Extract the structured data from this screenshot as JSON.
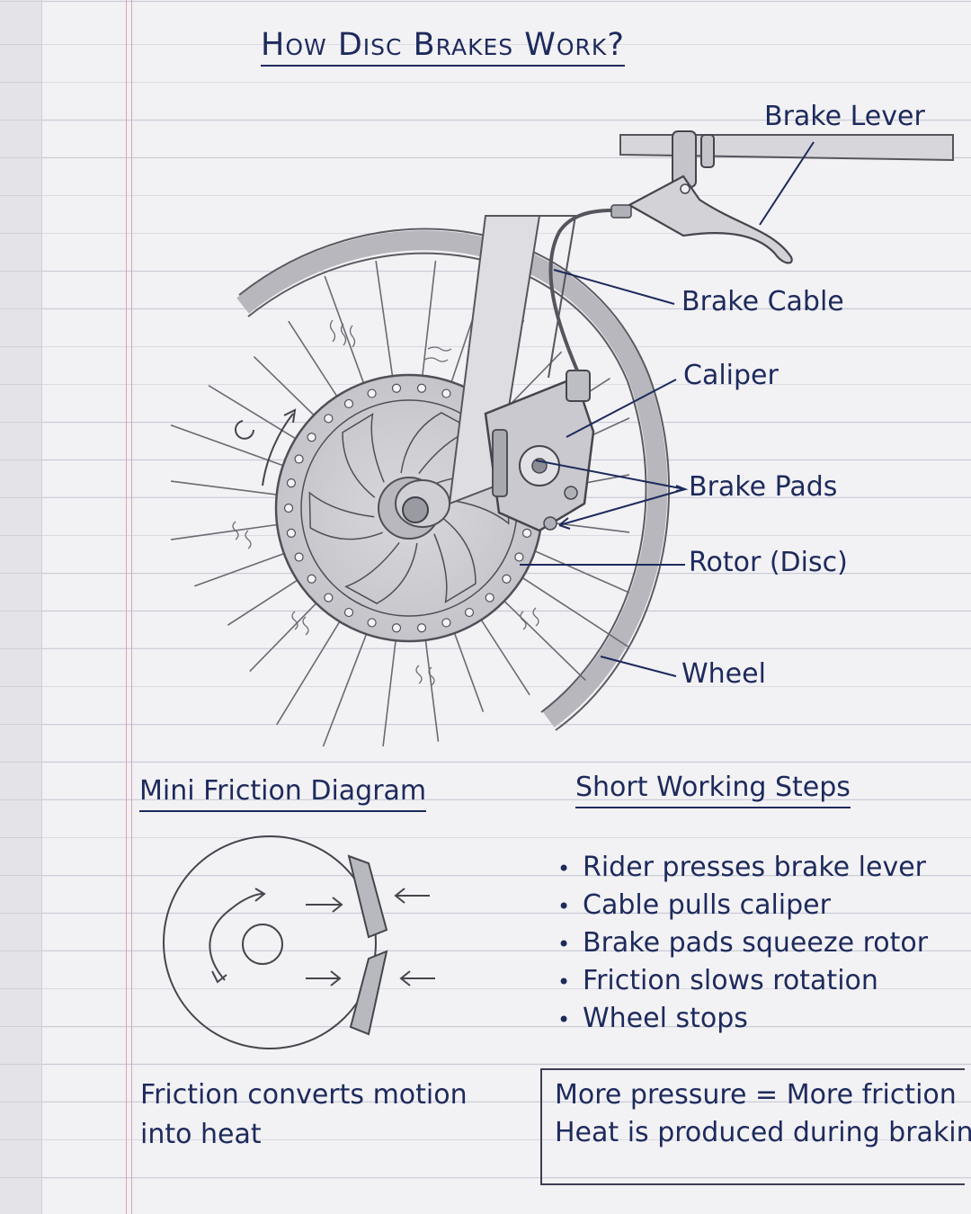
{
  "title": "How Disc Brakes Work?",
  "main_diagram": {
    "labels": {
      "brake_lever": "Brake Lever",
      "brake_cable": "Brake Cable",
      "caliper": "Caliper",
      "brake_pads": "Brake Pads",
      "rotor": "Rotor (Disc)",
      "wheel": "Wheel"
    }
  },
  "mini_diagram": {
    "heading": "Mini Friction Diagram",
    "caption_line1": "Friction converts motion",
    "caption_line2": "into heat"
  },
  "steps_section": {
    "heading": "Short Working Steps",
    "steps": [
      "Rider presses brake lever",
      "Cable pulls caliper",
      "Brake pads squeeze rotor",
      "Friction slows rotation",
      "Wheel stops"
    ]
  },
  "note_box": {
    "line1": "More pressure = More friction",
    "line2": "Heat is produced during braking"
  },
  "colors": {
    "ink": "#1d2a5c",
    "pencil": "#5a5a60",
    "paper": "#f2f1f4",
    "rule_line": "#c9cbd6",
    "margin_line": "#d9a3b5"
  }
}
